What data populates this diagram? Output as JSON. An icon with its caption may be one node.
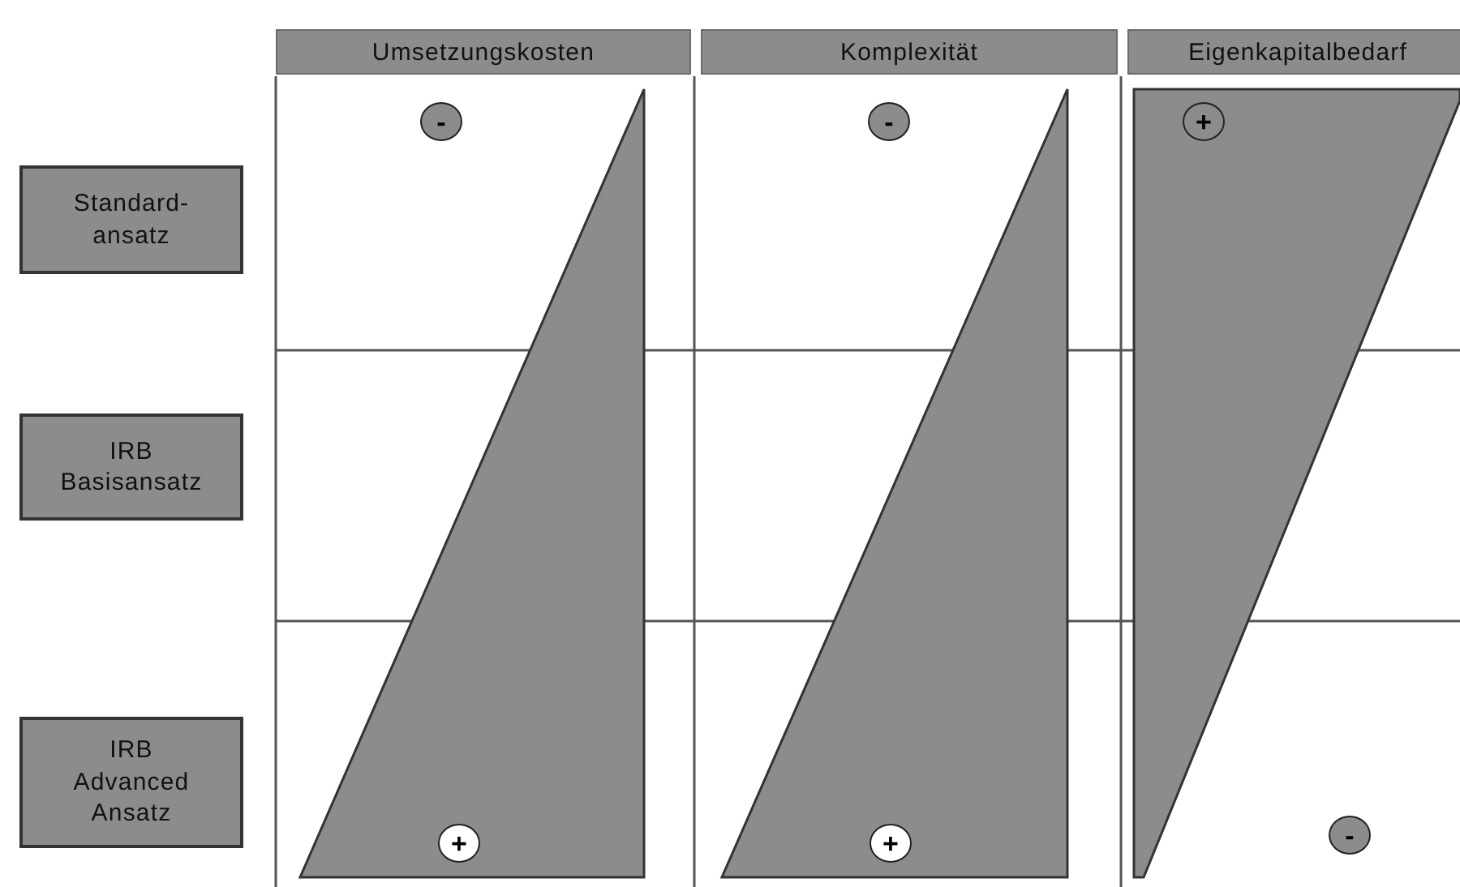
{
  "diagram": {
    "nodes": [
      {
        "text": [
          "Umsetzungskosten"
        ]
      },
      {
        "text": [
          "Komplexität"
        ]
      },
      {
        "text": [
          "Eigenkapitalbedarf"
        ]
      },
      {
        "text": [
          "Standard- ansatz"
        ]
      },
      {
        "text": [
          "IRB Basisansatz"
        ]
      },
      {
        "text": [
          "IRB Advanced Ansatz"
        ]
      }
    ],
    "labels": [
      "-",
      "-",
      "+",
      "+",
      "+",
      "-"
    ]
  }
}
